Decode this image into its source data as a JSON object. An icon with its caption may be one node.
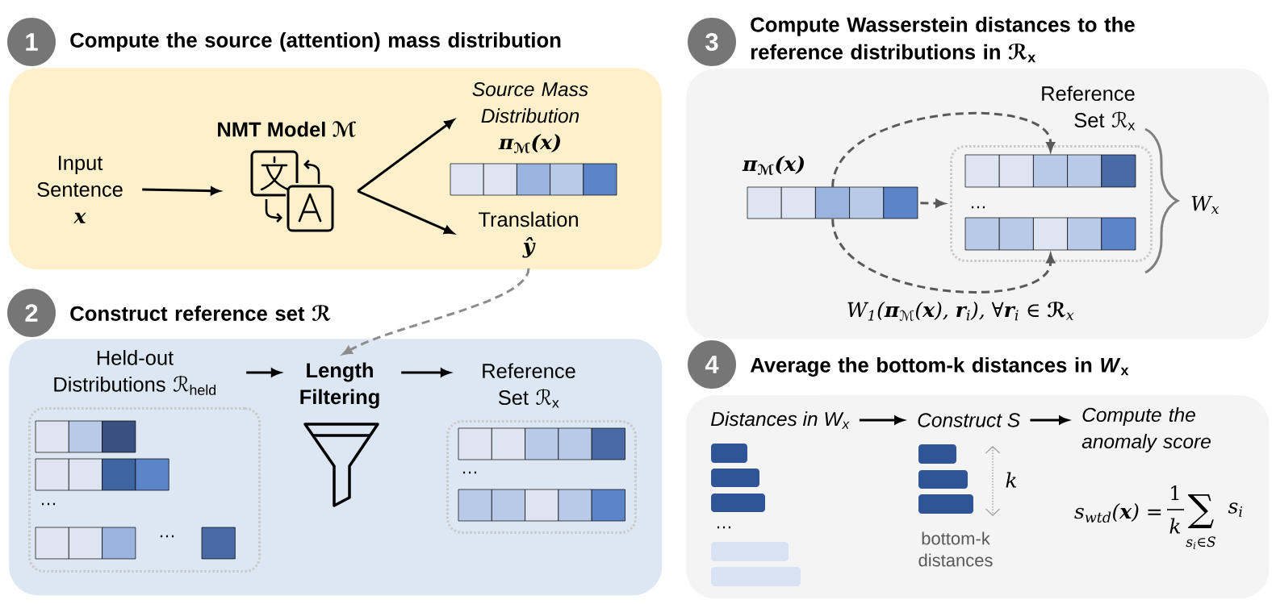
{
  "diagram": {
    "nodes": [
      {
        "text": [
          "1"
        ]
      },
      {
        "text": [
          "Compute the source (attention) mass distribution"
        ]
      },
      {
        "text": [
          "Input Sentence",
          "x"
        ],
        "in": 1
      },
      {
        "text": [
          "NMT Model ℳ"
        ],
        "in": 1
      },
      {
        "text": [
          "Source Mass Distribution",
          "π$_{ℳ}$(x)"
        ],
        "in": 1
      },
      {
        "text": [
          "Translation",
          "ŷ"
        ],
        "in": 1
      },
      {
        "text": [
          "2"
        ]
      },
      {
        "text": [
          "Construct reference set ℛ"
        ]
      },
      {
        "text": [
          "Held-out Distributions ℛ$_{held}$"
        ],
        "in": 7
      },
      {
        "text": [
          "Length Filtering"
        ],
        "in": 7
      },
      {
        "text": [
          "Reference Set ℛ$_{x}$"
        ],
        "in": 7
      },
      {
        "text": [
          "3"
        ]
      },
      {
        "text": [
          "Compute Wasserstein distances to the reference distributions in ℛ$_{x}$",
          "W$_{1}$(**π**$_{ℳ}$(**x**), **r**$_{i}$), ∀**r**$_{i}$ ∈ **ℛ**$_{x}$"
        ]
      },
      {
        "text": [
          "π$_{ℳ}$(x)"
        ],
        "in": 12
      },
      {
        "text": [
          "Reference Set ℛ$_{x}$"
        ],
        "in": 12
      },
      {
        "text": [],
        "shape": "bar",
        "in": 14
      },
      {
        "text": [],
        "shape": "bar",
        "in": 14
      },
      {
        "text": [
          "4"
        ]
      },
      {
        "text": [
          "Average the bottom-k distances in *W*$_{x}$"
        ]
      },
      {
        "text": [
          "Distances in W$_{x}$"
        ],
        "in": 18
      },
      {
        "text": [
          "Construct S"
        ],
        "in": 18
      },
      {
        "text": [
          "Compute the anomaly score"
        ],
        "in": 18
      }
    ],
    "edges": [
      {
        "from": 2,
        "to": 3,
        "arrow": "to"
      },
      {
        "from": 3,
        "to": 4,
        "arrow": "to"
      },
      {
        "from": 3,
        "to": 5,
        "arrow": "to"
      },
      {
        "from": 5,
        "to": 9,
        "arrow": "to",
        "style": "dashed",
        "color": "#8c8c8c"
      },
      {
        "from": 8,
        "to": 9,
        "arrow": "to"
      },
      {
        "from": 9,
        "to": 10,
        "arrow": "to"
      },
      {
        "from": 13,
        "to": 15,
        "arrow": "to",
        "style": "dashed",
        "color": "#595959"
      },
      {
        "from": 13,
        "to": 14,
        "arrow": "to",
        "style": "dashed",
        "color": "#595959"
      },
      {
        "from": 13,
        "to": 16,
        "arrow": "to",
        "style": "dashed",
        "color": "#595959"
      },
      {
        "from": 19,
        "to": 20,
        "arrow": "to"
      },
      {
        "from": 20,
        "to": 21,
        "arrow": "to"
      }
    ],
    "labels": [
      "…",
      "…",
      "…",
      "…",
      "W$_{x}$",
      "…",
      "k",
      "bottom-k distances",
      "s$_{wtd}$(**x**) =",
      "1",
      "k",
      "∑",
      "s$_{i}$∈S",
      "s$_{i}$"
    ]
  }
}
